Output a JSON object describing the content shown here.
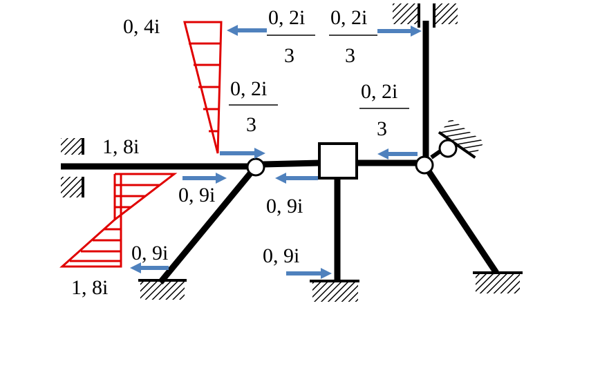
{
  "labels": {
    "m_top": "0, 4i",
    "m_left_beam": "1, 8i",
    "m_bottom_left": "1, 8i",
    "shear_left_col": "0, 9i",
    "shear_beam_mid": "0, 9i",
    "shear_beam_left": "0, 9i",
    "shear_mid_col": "0, 9i",
    "frac_top_left_num": "0, 2i",
    "frac_top_left_den": "3",
    "frac_top_right_num": "0, 2i",
    "frac_top_right_den": "3",
    "frac_mid_left_num": "0, 2i",
    "frac_mid_left_den": "3",
    "frac_mid_right_num": "0, 2i",
    "frac_mid_right_den": "3"
  },
  "colors": {
    "structure": "#000000",
    "moment_diagram": "#e00000",
    "force_arrow": "#4f81bd"
  }
}
